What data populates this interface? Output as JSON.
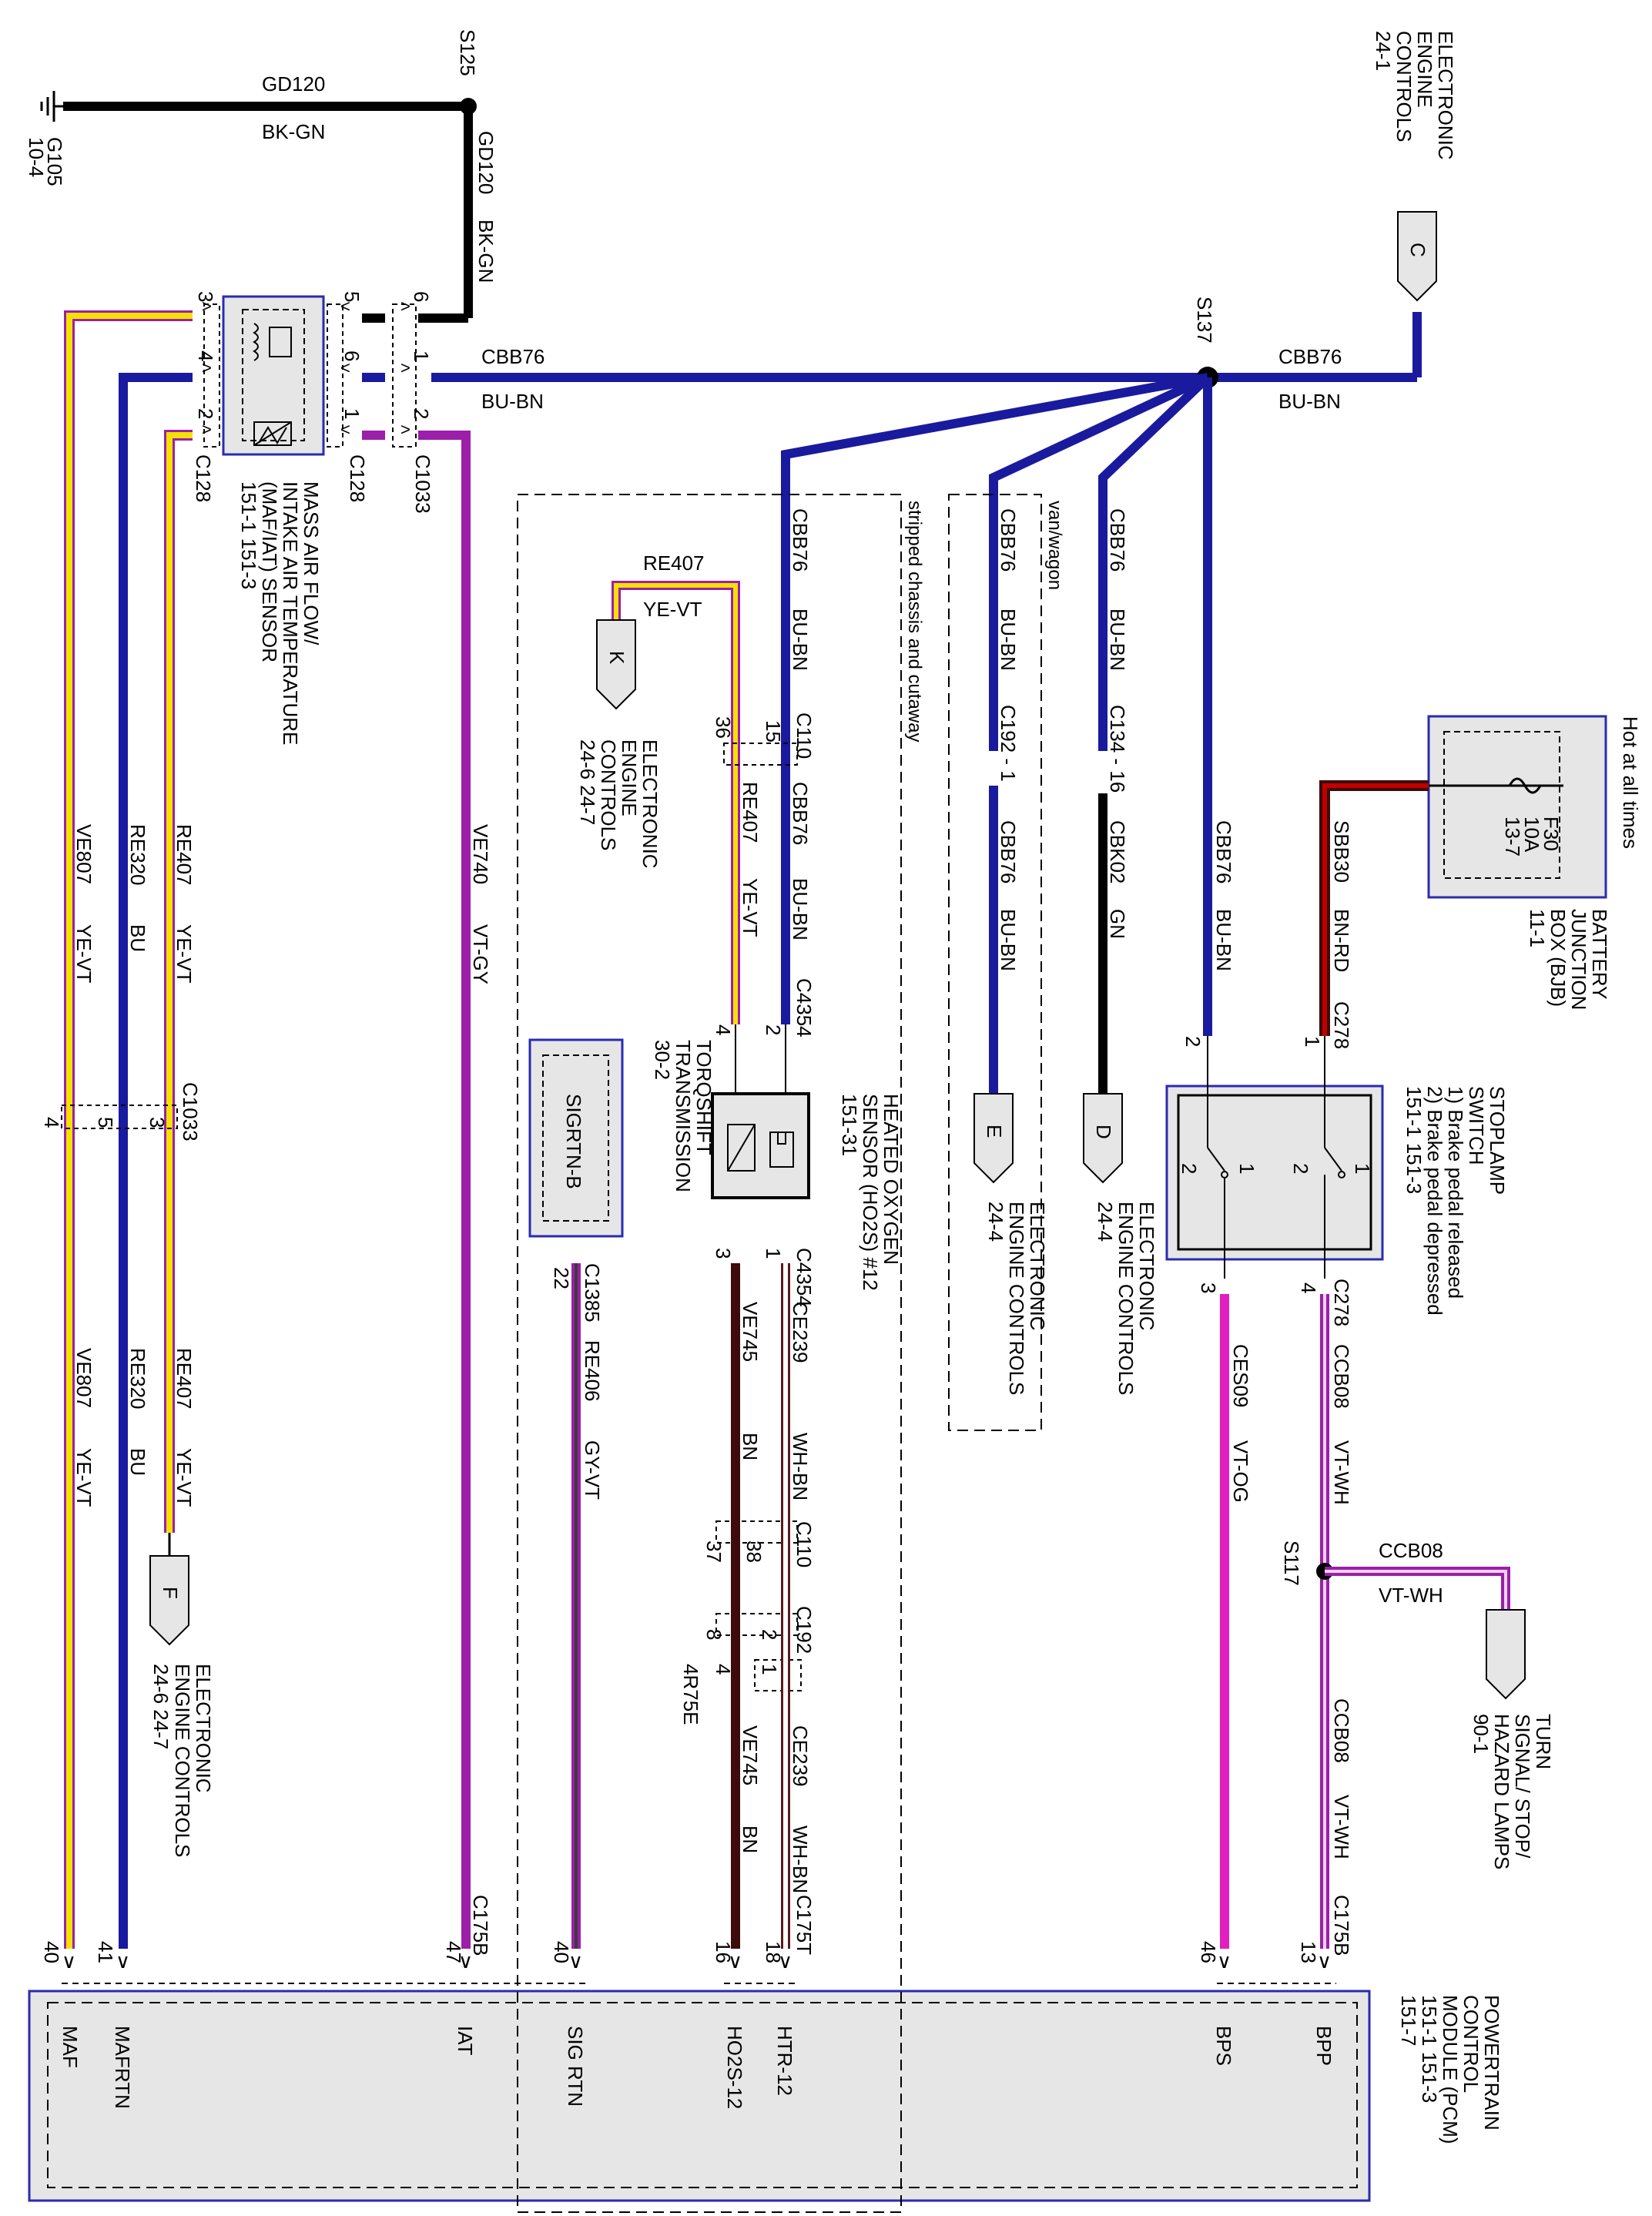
{
  "splices": {
    "s125": "S125",
    "s137": "S137",
    "s117": "S117"
  },
  "ground": {
    "name": "G105",
    "ref": "10-4"
  },
  "wires": {
    "gd120_top": {
      "circuit": "GD120",
      "color": "BK-GN"
    },
    "gd120_vert": {
      "circuit": "GD120",
      "color": "BK-GN"
    },
    "cbb76_left": {
      "circuit": "CBB76",
      "color": "BU-BN"
    },
    "cbb76_right": {
      "circuit": "CBB76",
      "color": "BU-BN"
    },
    "ve807_top": {
      "circuit": "VE807",
      "color": "YE-VT"
    },
    "re320_top": {
      "circuit": "RE320",
      "color": "BU"
    },
    "re407_top": {
      "circuit": "RE407",
      "color": "YE-VT"
    },
    "ve740": {
      "circuit": "VE740",
      "color": "VT-GY"
    },
    "ve807_bot": {
      "circuit": "VE807",
      "color": "YE-VT"
    },
    "re320_bot": {
      "circuit": "RE320",
      "color": "BU"
    },
    "re407_bot": {
      "circuit": "RE407",
      "color": "YE-VT"
    },
    "re407_k": {
      "circuit": "RE407",
      "color": "YE-VT"
    },
    "cbb76_c110": {
      "circuit": "CBB76",
      "color": "BU-BN"
    },
    "cbb76_c110b": {
      "circuit": "CBB76",
      "color": "BU-BN"
    },
    "re407_c110": {
      "circuit": "RE407",
      "color": "YE-VT"
    },
    "re406": {
      "circuit": "RE406",
      "color": "GY-VT"
    },
    "ve745_a": {
      "circuit": "VE745",
      "color": "BN"
    },
    "ce239_a": {
      "circuit": "CE239",
      "color": "WH-BN"
    },
    "ve745_b": {
      "circuit": "VE745",
      "color": "BN"
    },
    "ce239_b": {
      "circuit": "CE239",
      "color": "WH-BN"
    },
    "cbb76_vw": {
      "circuit": "CBB76",
      "color": "BU-BN"
    },
    "cbb76_vw2": {
      "circuit": "CBB76",
      "color": "BU-BN"
    },
    "cbb76_d": {
      "circuit": "CBB76",
      "color": "BU-BN"
    },
    "cbk02": {
      "circuit": "CBK02",
      "color": "GN"
    },
    "cbb76_sw": {
      "circuit": "CBB76",
      "color": "BU-BN"
    },
    "sbb30": {
      "circuit": "SBB30",
      "color": "BN-RD"
    },
    "ces09": {
      "circuit": "CES09",
      "color": "VT-OG"
    },
    "ccb08_a": {
      "circuit": "CCB08",
      "color": "VT-WH"
    },
    "ccb08_b": {
      "circuit": "CCB08",
      "color": "VT-WH"
    },
    "ccb08_turn": {
      "circuit": "CCB08",
      "color": "VT-WH"
    }
  },
  "connectors": {
    "c128_left": "C128",
    "c128_right": "C128",
    "c1033_top": "C1033",
    "c1033_mid": "C1033",
    "c110_top": "C110",
    "c110_bot": "C110",
    "c4354_top": "C4354",
    "c4354_bot": "C4354",
    "c192_1": "C192 - 1",
    "c192_bot": "C192",
    "c134": "C134 - 16",
    "c278_top": "C278",
    "c278_bot": "C278",
    "c175b_left": "C175B",
    "c175b_right": "C175B",
    "c175t": "C175T",
    "c1385": "C1385",
    "trans_code": "4R75E"
  },
  "pins": {
    "p6_gd": "6",
    "p1_cbb": "1",
    "p2_ve740": "2",
    "p5": "5",
    "p6": "6",
    "p1": "1",
    "p3_l": "3",
    "p4_l": "4",
    "p2_l": "2",
    "p4_c1033": "4",
    "p5_c1033": "5",
    "p3_c1033": "3",
    "p36": "36",
    "p15": "15",
    "p4_c4354": "4",
    "p2_c4354": "2",
    "p3_ho": "3",
    "p1_ho": "1",
    "p37": "37",
    "p38": "38",
    "p8": "8",
    "p4_c192": "4",
    "p2_c192": "2",
    "p1_c192": "1",
    "p22": "22",
    "p2_sw": "2",
    "p1_sw": "1",
    "p3_sw": "3",
    "p4_sw": "4",
    "sw_in_2": "2",
    "sw_in_1": "1",
    "sw_in_2b": "2",
    "sw_in_1b": "1",
    "p40_l": "40",
    "p41": "41",
    "p47": "47",
    "p40_m": "40",
    "p16": "16",
    "p18": "18",
    "p46": "46",
    "p13": "13"
  },
  "offpage": {
    "c_letter": "C",
    "c_lines": [
      "ELECTRONIC",
      "ENGINE",
      "CONTROLS",
      "24-1"
    ],
    "k_letter": "K",
    "k_lines": [
      "ELECTRONIC",
      "ENGINE",
      "CONTROLS",
      "24-6     24-7"
    ],
    "e_letter": "E",
    "e_lines": [
      "ELECTRONIC",
      "ENGINE CONTROLS",
      "24-4"
    ],
    "d_letter": "D",
    "d_lines": [
      "ELECTRONIC",
      "ENGINE CONTROLS",
      "24-4"
    ],
    "f_letter": "F",
    "f_lines": [
      "ELECTRONIC",
      "ENGINE CONTROLS",
      "24-6     24-7"
    ],
    "turn_lines": [
      "TURN",
      "SIGNAL/ STOP/",
      "HAZARD LAMPS",
      "90-1"
    ]
  },
  "components": {
    "maf_lines": [
      "MASS AIR FLOW/",
      "INTAKE AIR TEMPERATURE",
      "(MAF/IAT) SENSOR",
      "151-1     151-3"
    ],
    "ho2s_lines": [
      "HEATED OXYGEN",
      "SENSOR (HO2S) #12",
      "151-31"
    ],
    "trans_lines": [
      "TORQSHIFT",
      "TRANSMISSION",
      "30-2"
    ],
    "sigrtn_label": "SIGRTN-B",
    "stoplamp_lines": [
      "STOPLAMP",
      "SWITCH",
      "1) Brake pedal released",
      "2) Brake pedal depressed",
      "151-1     151-3"
    ],
    "bjb_lines": [
      "BATTERY",
      "JUNCTION",
      "BOX (BJB)",
      "11-1"
    ],
    "fuse_name": "F30",
    "fuse_rating": "10A",
    "fuse_ref": "13-7",
    "hot_label": "Hot at all times",
    "pcm_lines": [
      "POWERTRAIN",
      "CONTROL",
      "MODULE (PCM)",
      "151-1     151-3",
      "151-7"
    ]
  },
  "pcm_pins": {
    "maf": "MAF",
    "mafrtn": "MAFRTN",
    "iat": "IAT",
    "sigrtn": "SIG RTN",
    "ho2s12": "HO2S-12",
    "htr12": "HTR-12",
    "bps": "BPS",
    "bpp": "BPP"
  },
  "notes": {
    "stripped": "stripped chassis and cutaway",
    "vanwagon": "van/wagon"
  },
  "colors": {
    "black": "#000000",
    "blue": "#1a1a9e",
    "yellow": "#f5e100",
    "violet": "#9b1fa8",
    "brown": "#3d0b0b",
    "red": "#c00000",
    "pink": "#e21fbf",
    "panel": "#e6e6e6",
    "frame": "#2b2bb0"
  }
}
